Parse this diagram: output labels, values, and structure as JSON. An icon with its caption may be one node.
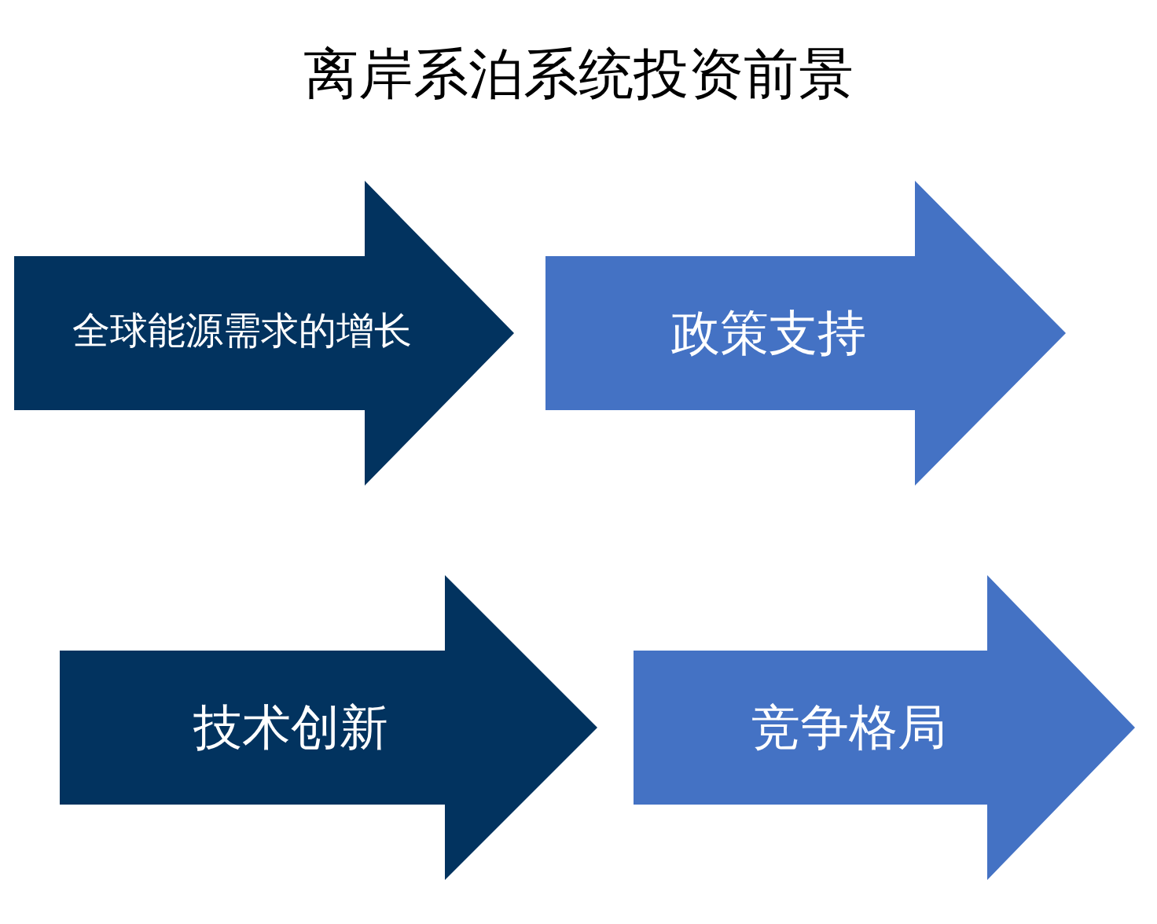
{
  "diagram": {
    "title": "离岸系泊系统投资前景",
    "nodes": [
      {
        "text": [
          "全球能源需求的增长"
        ]
      },
      {
        "text": [
          "政策支持"
        ]
      },
      {
        "text": [
          "技术创新"
        ]
      },
      {
        "text": [
          "竞争格局"
        ]
      }
    ]
  }
}
